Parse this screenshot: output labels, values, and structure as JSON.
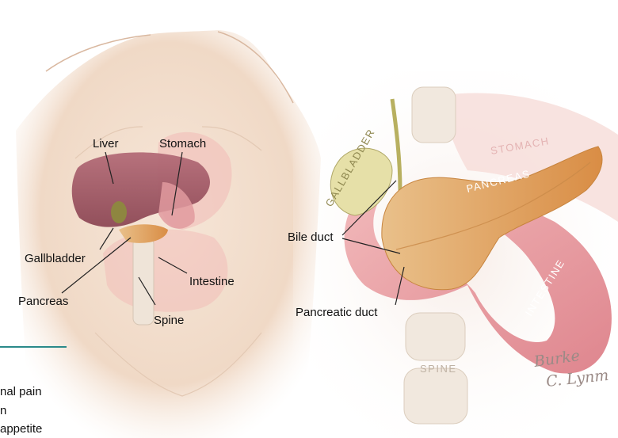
{
  "left_labels": {
    "liver": "Liver",
    "stomach": "Stomach",
    "gallbladder": "Gallbladder",
    "intestine": "Intestine",
    "pancreas": "Pancreas",
    "spine": "Spine"
  },
  "right_labels": {
    "bile_duct": "Bile duct",
    "pancreatic_duct": "Pancreatic duct"
  },
  "organ_text": {
    "gallbladder": "GALLBLADDER",
    "stomach": "STOMACH",
    "pancreas": "PANCREAS",
    "intestine": "INTESTINE",
    "spine": "SPINE"
  },
  "signature": {
    "line1": "Burke",
    "line2": "C. Lynm"
  },
  "side_text": {
    "line1": "nal pain",
    "line2": "n",
    "line3": "appetite"
  },
  "colors": {
    "accent_rule": "#2a8a8a",
    "liver": "#a85d6a",
    "pancreas": "#e1a35f",
    "intestine": "#e4949a",
    "skin": "#efd7c4"
  }
}
